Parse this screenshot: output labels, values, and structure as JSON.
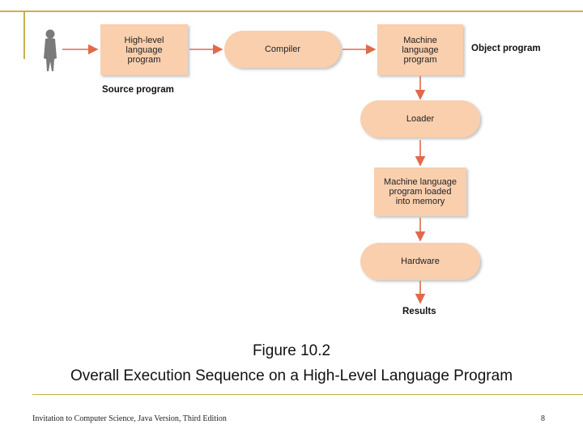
{
  "diagram": {
    "boxes": {
      "high_level_program": "High-level\nlanguage\nprogram",
      "compiler": "Compiler",
      "machine_program": "Machine\nlanguage\nprogram",
      "loader": "Loader",
      "program_in_memory": "Machine language\nprogram loaded\ninto memory",
      "hardware": "Hardware"
    },
    "labels": {
      "source_program": "Source program",
      "object_program": "Object program",
      "results": "Results"
    },
    "colors": {
      "box_fill": "#f9cfae",
      "arrow": "#e06a4a",
      "frame": "#c9b04a",
      "person": "#7a7a7a"
    }
  },
  "caption": {
    "line1": "Figure 10.2",
    "line2": "Overall Execution Sequence on a High-Level Language Program"
  },
  "footer": {
    "text": "Invitation to Computer Science, Java Version, Third Edition",
    "page_number": "8"
  }
}
